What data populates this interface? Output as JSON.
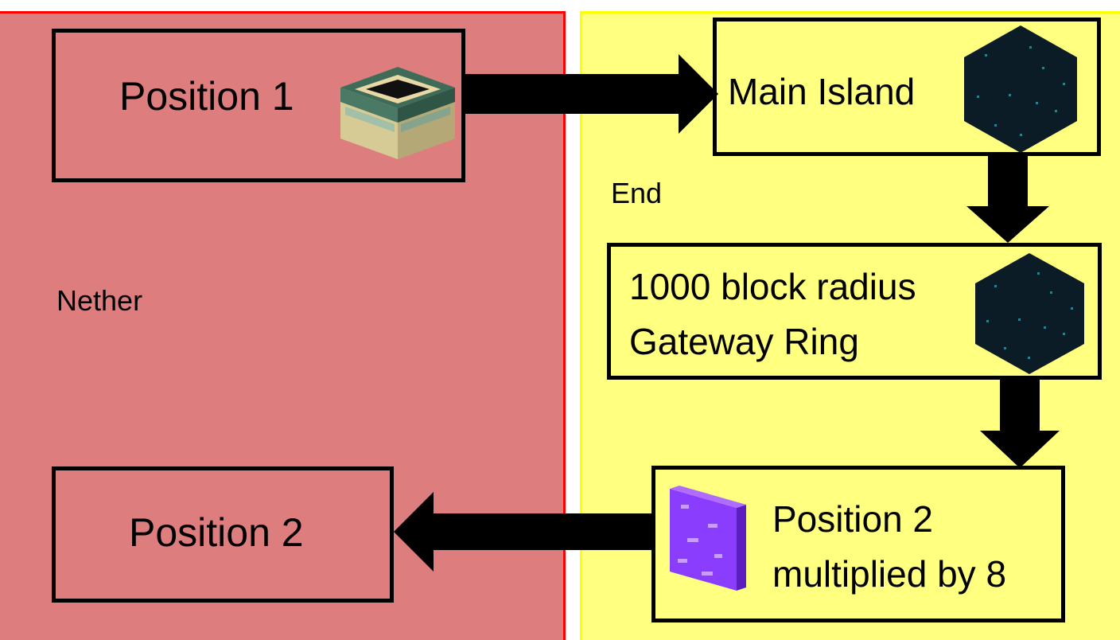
{
  "colors": {
    "nether_fill": "#dd7d7d",
    "nether_border": "#ff0000",
    "end_fill": "#ffff80",
    "end_border": "#ffff00",
    "box_border": "#000000",
    "arrow": "#000000"
  },
  "regions": {
    "nether_label": "Nether",
    "end_label": "End"
  },
  "boxes": {
    "position1": "Position 1",
    "main_island": "Main Island",
    "gateway_ring_line1": "1000 block radius",
    "gateway_ring_line2": "Gateway Ring",
    "position2_end_line1": "Position 2",
    "position2_end_line2": "multiplied by 8",
    "position2_nether": "Position 2"
  },
  "icons": {
    "position1": "end-portal-frame-icon",
    "main_island": "end-gateway-icon",
    "gateway_ring": "end-gateway-icon",
    "position2_end": "nether-portal-icon"
  }
}
